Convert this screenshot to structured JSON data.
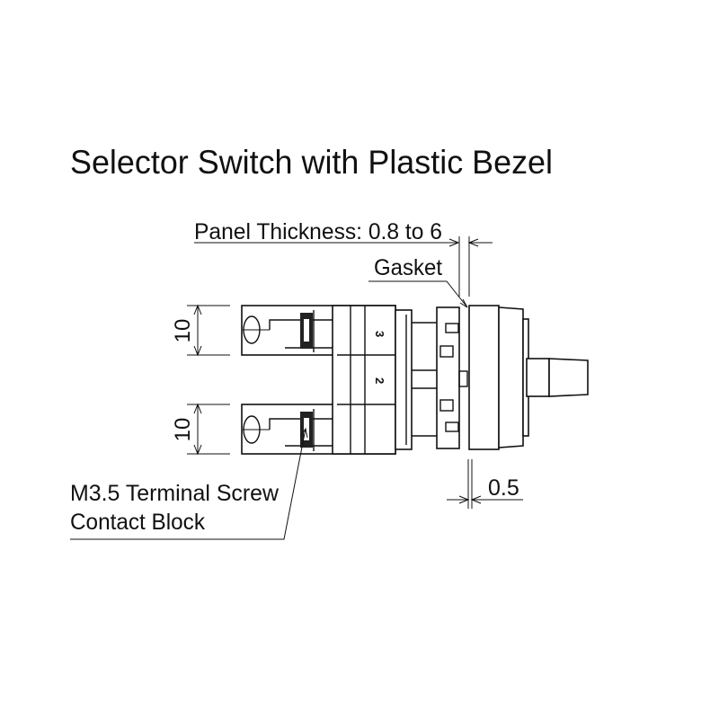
{
  "title": "Selector Switch with Plastic Bezel",
  "labels": {
    "panel_thickness": "Panel Thickness: 0.8 to 6",
    "gasket": "Gasket",
    "dim_upper": "10",
    "dim_lower": "10",
    "dim_gap": "0.5",
    "terminal_screw": "M3.5 Terminal Screw",
    "contact_block": "Contact Block",
    "contact_3": "3",
    "contact_2": "2"
  }
}
